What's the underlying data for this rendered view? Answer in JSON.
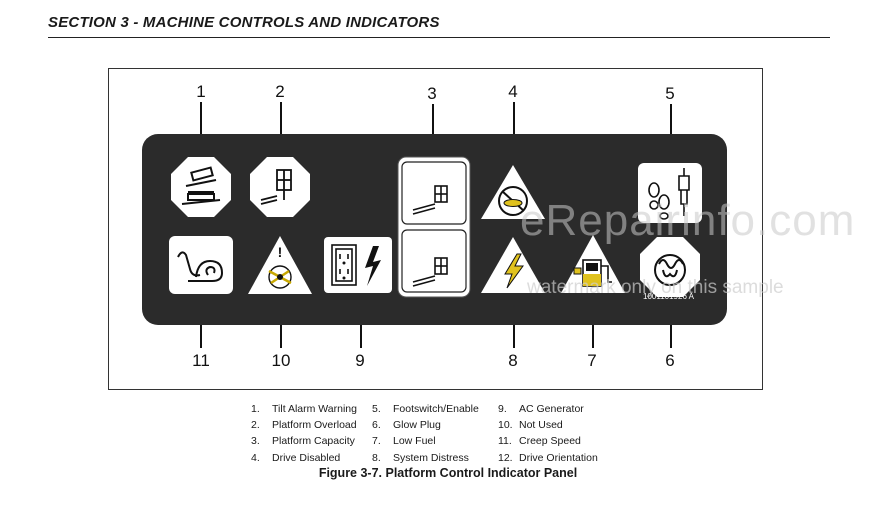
{
  "header": {
    "section_title": "SECTION 3 - MACHINE CONTROLS AND INDICATORS"
  },
  "figure": {
    "callouts_top": [
      "1",
      "2",
      "3",
      "4",
      "5"
    ],
    "callouts_bottom": [
      "11",
      "10",
      "9",
      "8",
      "7",
      "6"
    ],
    "part_number": "1001101926 A",
    "caption": "Figure 3-7. Platform Control Indicator Panel"
  },
  "legend": {
    "col1": [
      {
        "n": "1.",
        "label": "Tilt Alarm Warning"
      },
      {
        "n": "2.",
        "label": "Platform Overload"
      },
      {
        "n": "3.",
        "label": "Platform Capacity"
      },
      {
        "n": "4.",
        "label": "Drive Disabled"
      }
    ],
    "col2": [
      {
        "n": "5.",
        "label": "Footswitch/Enable"
      },
      {
        "n": "6.",
        "label": "Glow Plug"
      },
      {
        "n": "7.",
        "label": "Low Fuel"
      },
      {
        "n": "8.",
        "label": "System Distress"
      }
    ],
    "col3": [
      {
        "n": "9.",
        "label": "AC Generator"
      },
      {
        "n": "10.",
        "label": "Not Used"
      },
      {
        "n": "11.",
        "label": "Creep Speed"
      },
      {
        "n": "12.",
        "label": "Drive Orientation"
      }
    ]
  },
  "watermark": {
    "main": "eRepairinfo.com",
    "sub": "watermark only on this sample"
  },
  "colors": {
    "panel": "#2b2b2b",
    "tile": "#ffffff",
    "line": "#111111"
  },
  "icons": [
    "tilt-alarm-icon",
    "platform-overload-icon",
    "platform-capacity-icon",
    "drive-disabled-icon",
    "footswitch-enable-icon",
    "creep-speed-icon",
    "not-used-icon",
    "ac-generator-icon",
    "system-distress-icon",
    "low-fuel-icon",
    "glow-plug-icon"
  ]
}
